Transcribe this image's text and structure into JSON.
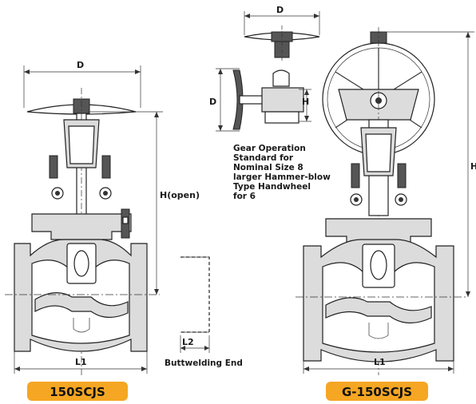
{
  "dimensions": {
    "left_d": "D",
    "left_h": "H(open)",
    "left_l1": "L1",
    "butt_l2": "L2",
    "top_d": "D",
    "side_d": "D",
    "side_h": "H",
    "right_l1": "L1",
    "right_h": "H"
  },
  "captions": {
    "buttwelding": "Buttwelding End",
    "gear_note": [
      "Gear Operation",
      "Standard for",
      "Nominal Size 8",
      "larger Hammer-blow",
      "Type Handwheel",
      "for 6"
    ]
  },
  "badges": {
    "left": "150SCJS",
    "right": "G-150SCJS"
  },
  "colors": {
    "badge": "#f5a623",
    "line": "#333333",
    "body_fill": "#dcdcdc"
  }
}
